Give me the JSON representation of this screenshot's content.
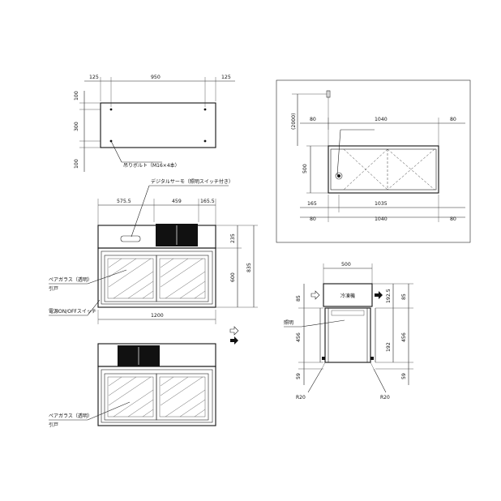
{
  "top_view": {
    "dims": {
      "left": "125",
      "mid": "950",
      "right": "125",
      "v1": "100",
      "v2": "300",
      "v3": "100"
    },
    "bolt_label": "吊りボルト（M16×4本）"
  },
  "front_view": {
    "thermo_label": "デジタルサーモ（照明スイッチ付き）",
    "dims": {
      "a": "575.5",
      "b": "459",
      "c": "165.5",
      "h1": "235",
      "h2": "600",
      "h3": "835",
      "width": "1200"
    },
    "glass_label": "ペアガラス（透明）",
    "door_label": "引戸",
    "switch_label": "電源ON/OFFスイッチ"
  },
  "plan_view": {
    "dims": {
      "h": "(2000)",
      "l1": "80",
      "top": "1040",
      "r1": "80",
      "h500": "500",
      "l2": "165",
      "mid": "1035",
      "l3": "80",
      "bottom": "1040",
      "r2": "80"
    }
  },
  "rear_view": {
    "glass_label": "ペアガラス（透明）",
    "door_label": "引戸"
  },
  "side_view": {
    "dims": {
      "top": "500",
      "l85": "85",
      "l456": "456",
      "l59": "59",
      "r192_5": "192.5",
      "r85": "85",
      "r192": "192",
      "r456": "456",
      "r59": "59"
    },
    "unit_label": "冷凍機",
    "light_label": "照明",
    "r_left": "R20",
    "r_right": "R20"
  }
}
